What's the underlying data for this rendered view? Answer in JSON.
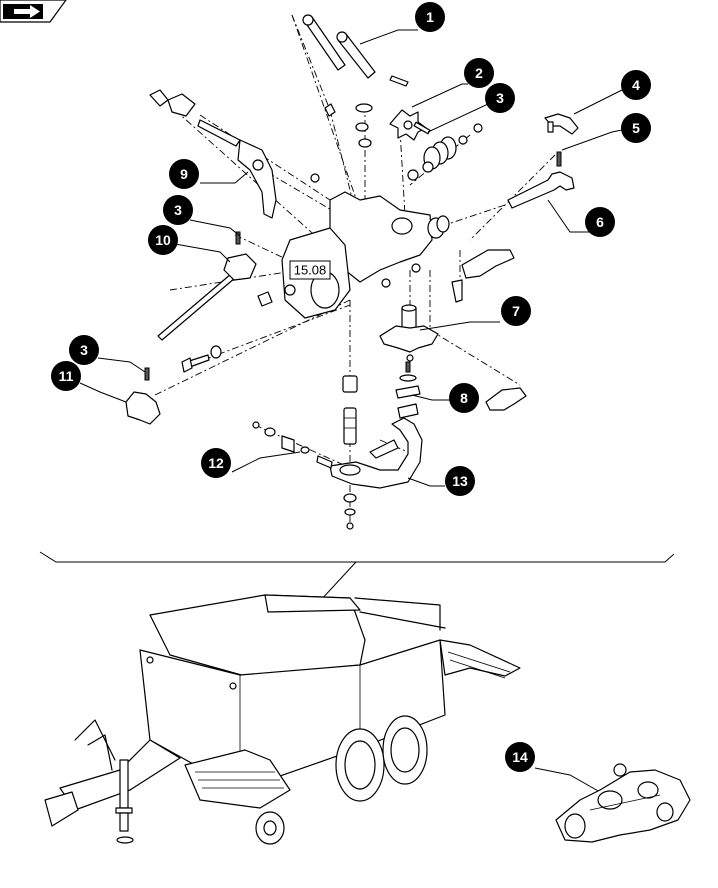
{
  "diagram": {
    "reference_label": "15.08",
    "callouts": [
      "1",
      "2",
      "3",
      "3",
      "3",
      "4",
      "5",
      "6",
      "7",
      "8",
      "9",
      "10",
      "11",
      "12",
      "13",
      "14"
    ]
  },
  "icons": {
    "nav_icon": "forward-arrow-icon"
  },
  "colors": {
    "ink": "#000000",
    "paper": "#ffffff"
  }
}
